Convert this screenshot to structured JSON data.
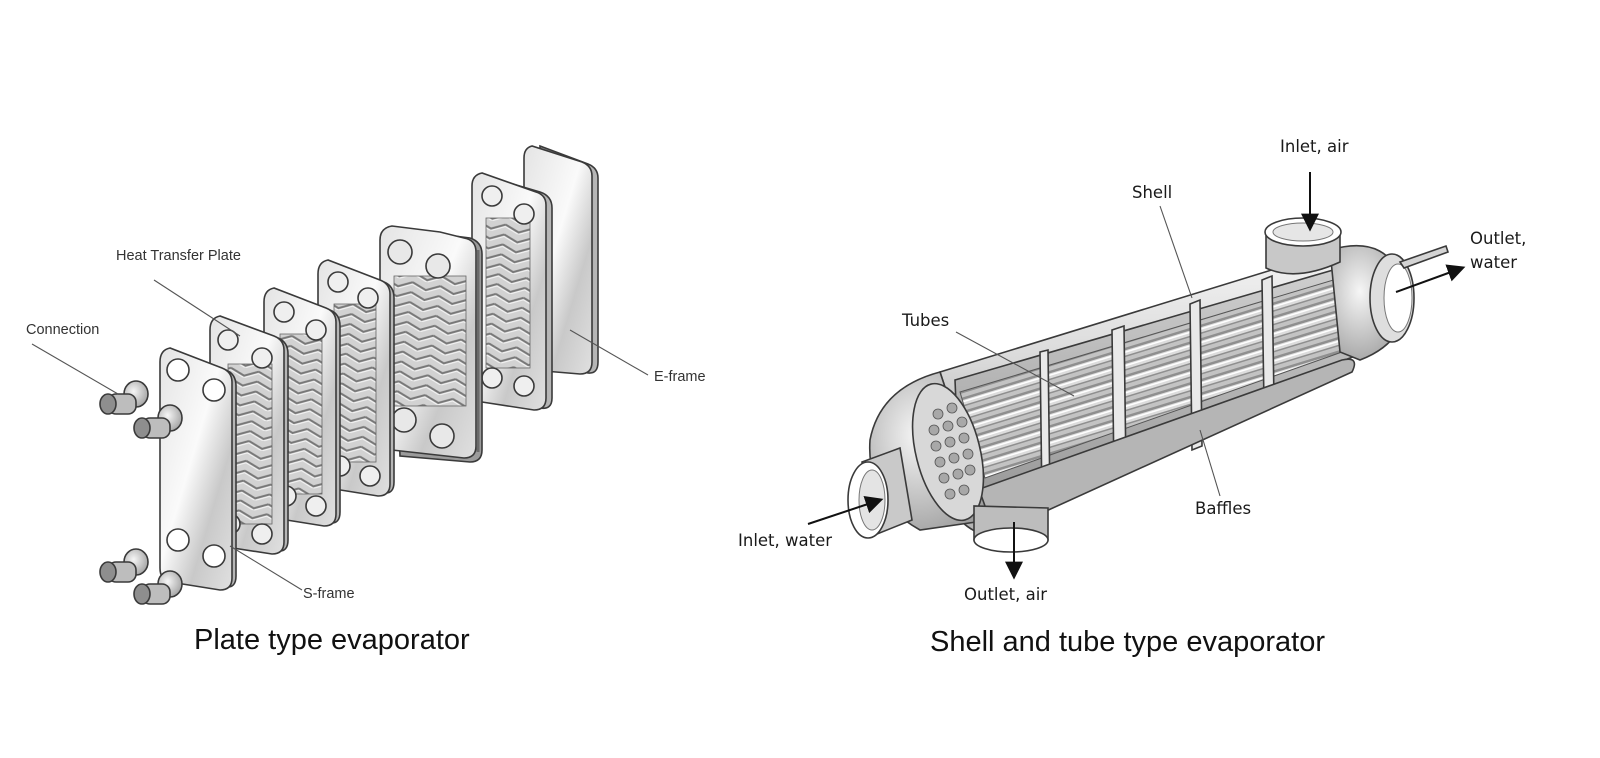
{
  "plate_diagram": {
    "caption": "Plate type evaporator",
    "labels": {
      "connection": "Connection",
      "heat_transfer_plate": "Heat Transfer Plate",
      "e_frame": "E-frame",
      "s_frame": "S-frame"
    }
  },
  "shell_diagram": {
    "caption": "Shell and tube type evaporator",
    "labels": {
      "inlet_air": "Inlet, air",
      "shell": "Shell",
      "outlet_water_line1": "Outlet,",
      "outlet_water_line2": "water",
      "tubes": "Tubes",
      "inlet_water": "Inlet, water",
      "baffles": "Baffles",
      "outlet_air": "Outlet, air"
    }
  }
}
